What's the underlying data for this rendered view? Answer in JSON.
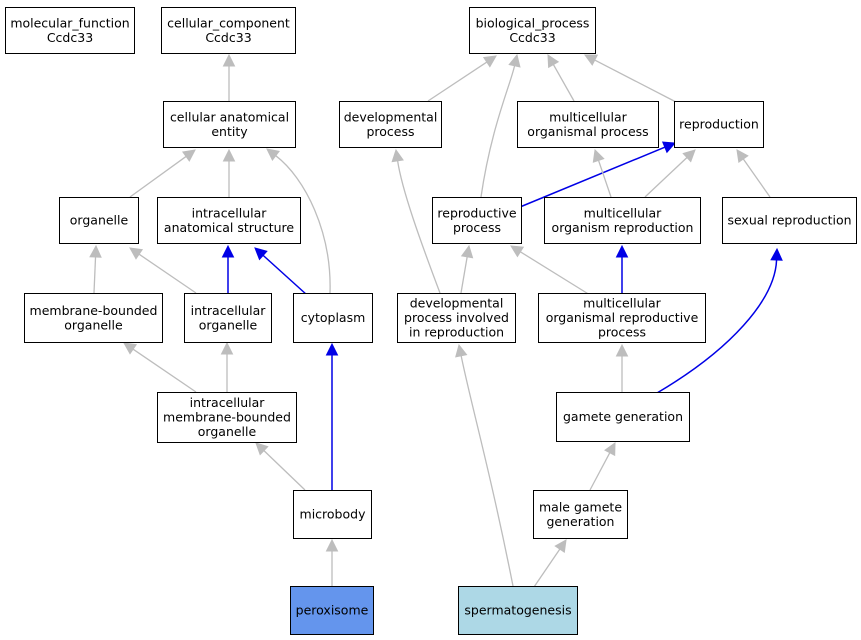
{
  "colors": {
    "box_fill": "#ffffff",
    "highlight_blue": "#6495ed",
    "highlight_light": "#add8e6",
    "edge_gray": "#bdbdbd",
    "edge_blue": "#0000e6"
  },
  "nodes": [
    {
      "id": "molecular_function",
      "lines": [
        "molecular_function",
        "Ccdc33"
      ]
    },
    {
      "id": "cellular_component",
      "lines": [
        "cellular_component",
        "Ccdc33"
      ]
    },
    {
      "id": "biological_process",
      "lines": [
        "biological_process",
        "Ccdc33"
      ]
    },
    {
      "id": "cellular_anatomical_entity",
      "lines": [
        "cellular anatomical",
        "entity"
      ]
    },
    {
      "id": "developmental_process",
      "lines": [
        "developmental",
        "process"
      ]
    },
    {
      "id": "multicellular_organismal_process",
      "lines": [
        "multicellular",
        "organismal process"
      ]
    },
    {
      "id": "reproduction",
      "lines": [
        "reproduction"
      ]
    },
    {
      "id": "organelle",
      "lines": [
        "organelle"
      ]
    },
    {
      "id": "intracellular_anatomical_structure",
      "lines": [
        "intracellular",
        "anatomical structure"
      ]
    },
    {
      "id": "reproductive_process",
      "lines": [
        "reproductive",
        "process"
      ]
    },
    {
      "id": "multicellular_organism_reproduction",
      "lines": [
        "multicellular",
        "organism reproduction"
      ]
    },
    {
      "id": "sexual_reproduction",
      "lines": [
        "sexual reproduction"
      ]
    },
    {
      "id": "membrane_bounded_organelle",
      "lines": [
        "membrane-bounded",
        "organelle"
      ]
    },
    {
      "id": "intracellular_organelle",
      "lines": [
        "intracellular",
        "organelle"
      ]
    },
    {
      "id": "cytoplasm",
      "lines": [
        "cytoplasm"
      ]
    },
    {
      "id": "developmental_process_involved_in_reproduction",
      "lines": [
        "developmental",
        "process involved",
        "in reproduction"
      ]
    },
    {
      "id": "multicellular_organismal_reproductive_process",
      "lines": [
        "multicellular",
        "organismal reproductive",
        "process"
      ]
    },
    {
      "id": "intracellular_membrane_bounded_organelle",
      "lines": [
        "intracellular",
        "membrane-bounded",
        "organelle"
      ]
    },
    {
      "id": "gamete_generation",
      "lines": [
        "gamete generation"
      ]
    },
    {
      "id": "microbody",
      "lines": [
        "microbody"
      ]
    },
    {
      "id": "male_gamete_generation",
      "lines": [
        "male gamete",
        "generation"
      ]
    },
    {
      "id": "peroxisome",
      "lines": [
        "peroxisome"
      ],
      "fill": "#6495ed"
    },
    {
      "id": "spermatogenesis",
      "lines": [
        "spermatogenesis"
      ],
      "fill": "#add8e6"
    }
  ],
  "edges": [
    {
      "from": "cellular_anatomical_entity",
      "to": "cellular_component",
      "color": "gray"
    },
    {
      "from": "developmental_process",
      "to": "biological_process",
      "color": "gray"
    },
    {
      "from": "multicellular_organismal_process",
      "to": "biological_process",
      "color": "gray"
    },
    {
      "from": "reproduction",
      "to": "biological_process",
      "color": "gray"
    },
    {
      "from": "reproductive_process",
      "to": "biological_process",
      "color": "gray"
    },
    {
      "from": "organelle",
      "to": "cellular_anatomical_entity",
      "color": "gray"
    },
    {
      "from": "intracellular_anatomical_structure",
      "to": "cellular_anatomical_entity",
      "color": "gray"
    },
    {
      "from": "cytoplasm",
      "to": "cellular_anatomical_entity",
      "color": "gray"
    },
    {
      "from": "reproductive_process",
      "to": "reproduction",
      "color": "blue"
    },
    {
      "from": "multicellular_organism_reproduction",
      "to": "multicellular_organismal_process",
      "color": "gray"
    },
    {
      "from": "multicellular_organism_reproduction",
      "to": "reproduction",
      "color": "gray"
    },
    {
      "from": "sexual_reproduction",
      "to": "reproduction",
      "color": "gray"
    },
    {
      "from": "membrane_bounded_organelle",
      "to": "organelle",
      "color": "gray"
    },
    {
      "from": "intracellular_organelle",
      "to": "organelle",
      "color": "gray"
    },
    {
      "from": "intracellular_organelle",
      "to": "intracellular_anatomical_structure",
      "color": "blue"
    },
    {
      "from": "cytoplasm",
      "to": "intracellular_anatomical_structure",
      "color": "blue"
    },
    {
      "from": "developmental_process_involved_in_reproduction",
      "to": "developmental_process",
      "color": "gray"
    },
    {
      "from": "developmental_process_involved_in_reproduction",
      "to": "reproductive_process",
      "color": "gray"
    },
    {
      "from": "multicellular_organismal_reproductive_process",
      "to": "reproductive_process",
      "color": "gray"
    },
    {
      "from": "multicellular_organismal_reproductive_process",
      "to": "multicellular_organism_reproduction",
      "color": "blue"
    },
    {
      "from": "intracellular_membrane_bounded_organelle",
      "to": "membrane_bounded_organelle",
      "color": "gray"
    },
    {
      "from": "intracellular_membrane_bounded_organelle",
      "to": "intracellular_organelle",
      "color": "gray"
    },
    {
      "from": "gamete_generation",
      "to": "multicellular_organismal_reproductive_process",
      "color": "gray"
    },
    {
      "from": "gamete_generation",
      "to": "sexual_reproduction",
      "color": "blue"
    },
    {
      "from": "microbody",
      "to": "intracellular_membrane_bounded_organelle",
      "color": "gray"
    },
    {
      "from": "microbody",
      "to": "cytoplasm",
      "color": "blue"
    },
    {
      "from": "male_gamete_generation",
      "to": "gamete_generation",
      "color": "gray"
    },
    {
      "from": "peroxisome",
      "to": "microbody",
      "color": "gray"
    },
    {
      "from": "spermatogenesis",
      "to": "developmental_process_involved_in_reproduction",
      "color": "gray"
    },
    {
      "from": "spermatogenesis",
      "to": "male_gamete_generation",
      "color": "gray"
    }
  ]
}
